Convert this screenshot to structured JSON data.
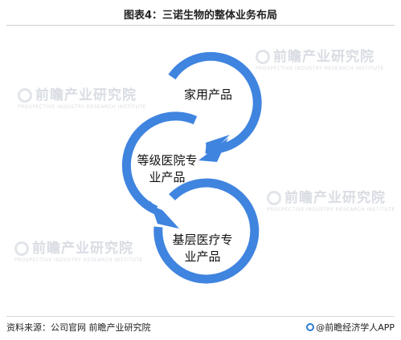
{
  "title": "图表4：三诺生物的整体业务布局",
  "nodes": [
    {
      "label_line1": "家用产品",
      "label_line2": ""
    },
    {
      "label_line1": "等级医院专",
      "label_line2": "业产品"
    },
    {
      "label_line1": "基层医疗专",
      "label_line2": "业产品"
    }
  ],
  "watermark": {
    "brand": "前瞻产业研究院",
    "slogan": "PROSPECTIVE INDUSTRY RESEARCH INSTITUTE"
  },
  "footer": {
    "source": "资料来源：公司官网  前瞻产业研究院",
    "brand": "@前瞻经济学人APP"
  },
  "colors": {
    "ring": "#3f84df",
    "arrow": "#3f84df"
  }
}
